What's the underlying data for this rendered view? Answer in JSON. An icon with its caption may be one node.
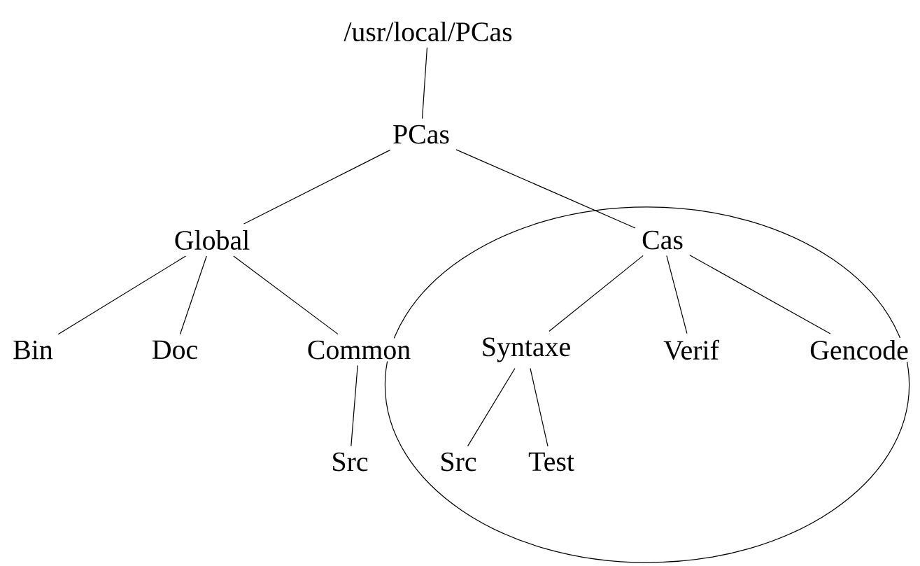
{
  "diagram": {
    "nodes": [
      {
        "text": [
          "/usr/local/PCas"
        ]
      },
      {
        "text": [
          "PCas"
        ]
      },
      {
        "text": [
          "Global"
        ]
      },
      {
        "text": [],
        "shape": "ellipse"
      },
      {
        "text": [
          "Cas"
        ],
        "in": 3
      },
      {
        "text": [
          "Bin"
        ]
      },
      {
        "text": [
          "Doc"
        ]
      },
      {
        "text": [
          "Common"
        ]
      },
      {
        "text": [
          "Syntaxe"
        ],
        "in": 3
      },
      {
        "text": [
          "Verif"
        ],
        "in": 3
      },
      {
        "text": [
          "Gencode"
        ],
        "in": 3
      },
      {
        "text": [
          "Src"
        ]
      },
      {
        "text": [
          "Src"
        ],
        "in": 3
      },
      {
        "text": [
          "Test"
        ],
        "in": 3
      }
    ],
    "edges": [
      {
        "from": 0,
        "to": 1,
        "arrow": "none"
      },
      {
        "from": 1,
        "to": 2,
        "arrow": "none"
      },
      {
        "from": 1,
        "to": 4,
        "arrow": "none"
      },
      {
        "from": 2,
        "to": 5,
        "arrow": "none"
      },
      {
        "from": 2,
        "to": 6,
        "arrow": "none"
      },
      {
        "from": 2,
        "to": 7,
        "arrow": "none"
      },
      {
        "from": 4,
        "to": 8,
        "arrow": "none"
      },
      {
        "from": 4,
        "to": 9,
        "arrow": "none"
      },
      {
        "from": 4,
        "to": 10,
        "arrow": "none"
      },
      {
        "from": 7,
        "to": 11,
        "arrow": "none"
      },
      {
        "from": 8,
        "to": 12,
        "arrow": "none"
      },
      {
        "from": 8,
        "to": 13,
        "arrow": "none"
      }
    ]
  }
}
